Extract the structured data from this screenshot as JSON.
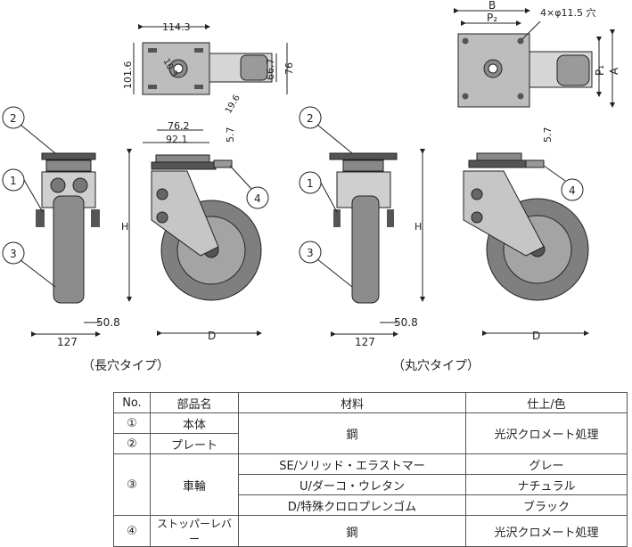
{
  "left_view": {
    "caption": "（長穴タイプ）",
    "top_dims": {
      "w": "114.3",
      "h1": "101.6",
      "h2": "66.7",
      "h3": "76",
      "a": "10.3",
      "b": "19.6",
      "c": "76.2",
      "d": "92.1"
    },
    "lever_offset": "5.7",
    "width_dim": "127",
    "wheel_dim": "50.8",
    "height_label": "H",
    "dia_label": "D",
    "callouts": [
      "1",
      "2",
      "3",
      "4"
    ]
  },
  "right_view": {
    "caption": "（丸穴タイプ）",
    "top_dims": {
      "b": "B",
      "p2": "P₂",
      "hole": "4×φ11.5 穴",
      "p1": "P₁",
      "a": "A"
    },
    "lever_offset": "5.7",
    "width_dim": "127",
    "wheel_dim": "50.8",
    "height_label": "H",
    "dia_label": "D",
    "callouts": [
      "1",
      "2",
      "3",
      "4"
    ]
  },
  "table": {
    "headers": [
      "No.",
      "部品名",
      "材料",
      "仕上/色"
    ],
    "row1": {
      "no": "①",
      "name": "本体",
      "material": "鋼",
      "finish": "光沢クロメート処理"
    },
    "row2": {
      "no": "②",
      "name": "プレート"
    },
    "row3": {
      "no": "③",
      "name": "車輪",
      "materials": [
        "SE/ソリッド・エラストマー",
        "U/ダーコ・ウレタン",
        "D/特殊クロロプレンゴム"
      ],
      "finishes": [
        "グレー",
        "ナチュラル",
        "ブラック"
      ]
    },
    "row4": {
      "no": "④",
      "name": "ストッパーレバー",
      "material": "鋼",
      "finish": "光沢クロメート処理"
    }
  }
}
